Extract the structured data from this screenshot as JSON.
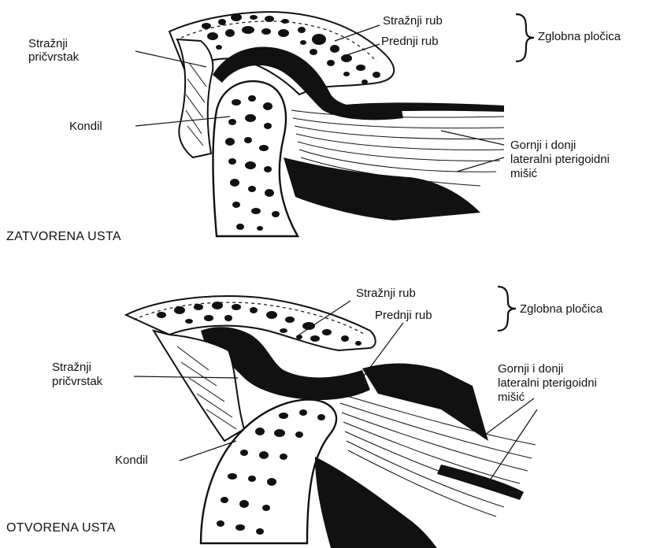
{
  "top_panel": {
    "title": "ZATVORENA USTA",
    "labels": {
      "posterior_band": "Stražnji rub",
      "anterior_band": "Prednji rub",
      "disc": "Zglobna pločica",
      "posterior_attachment_1": "Stražnji",
      "posterior_attachment_2": "pričvrstak",
      "condyle": "Kondil",
      "muscle_1": "Gornji i donji",
      "muscle_2": "lateralni pterigoidni",
      "muscle_3": "mišić"
    }
  },
  "bottom_panel": {
    "title": "OTVORENA USTA",
    "labels": {
      "posterior_band": "Stražnji rub",
      "anterior_band": "Prednji rub",
      "disc": "Zglobna pločica",
      "posterior_attachment_1": "Stražnji",
      "posterior_attachment_2": "pričvrstak",
      "condyle": "Kondil",
      "muscle_1": "Gornji i donji",
      "muscle_2": "lateralni pterigoidni",
      "muscle_3": "mišić"
    }
  }
}
